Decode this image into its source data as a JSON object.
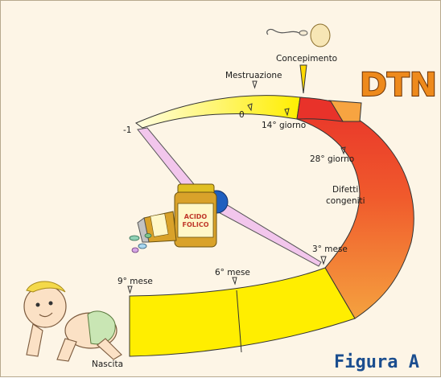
{
  "figure_caption": "Figura A",
  "logo_text": "DTN",
  "jar_label": "ACIDO FOLICO",
  "labels": {
    "concepimento": "Concepimento",
    "mestruazione": "Mestruazione",
    "minus_one": "-1",
    "zero": "0",
    "giorno_14": "14° giorno",
    "giorno_28": "28° giorno",
    "difetti_line1": "Difetti",
    "difetti_line2": "congeniti",
    "mese_3": "3° mese",
    "mese_6": "6° mese",
    "mese_9": "9° mese",
    "nascita": "Nascita"
  },
  "colors": {
    "background": "#fdf5e6",
    "arc_yellow": "#ffee00",
    "arc_red": "#e8322a",
    "arc_orange": "#f39a3d",
    "dtn_orange": "#ee8a1c",
    "pointer_pink": "#f2c6ec",
    "caption_blue": "#1b4e8f"
  }
}
